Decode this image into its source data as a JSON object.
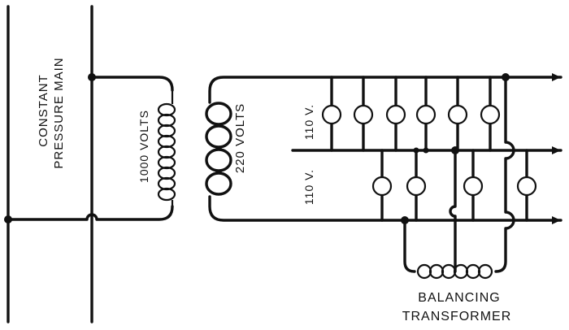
{
  "labels": {
    "main": [
      "CONSTANT",
      "PRESSURE MAIN"
    ],
    "primary": "1000 VOLTS",
    "secondary": "220 VOLTS",
    "upper_voltage": "110 V.",
    "lower_voltage": "110 V.",
    "balancing": [
      "BALANCING",
      "TRANSFORMER"
    ]
  },
  "colors": {
    "ink": "#111111",
    "paper": "#ffffff"
  }
}
